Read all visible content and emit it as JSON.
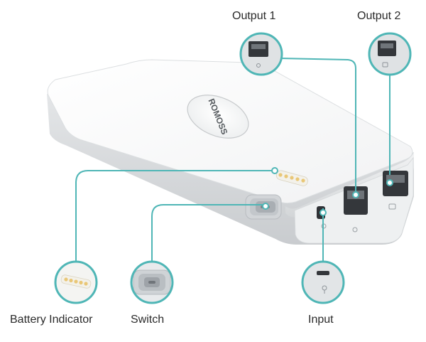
{
  "labels": {
    "output_1": "Output 1",
    "output_2": "Output 2",
    "battery_indicator": "Battery Indicator",
    "switch": "Switch",
    "input": "Input"
  },
  "device": {
    "logo_text": "ROMOSS"
  },
  "colors": {
    "callout": "#4fb6b6",
    "body_white": "#ffffff",
    "body_side": "#d9dbdd",
    "port_dark": "#3a3a3a",
    "led": "#e9c777"
  }
}
